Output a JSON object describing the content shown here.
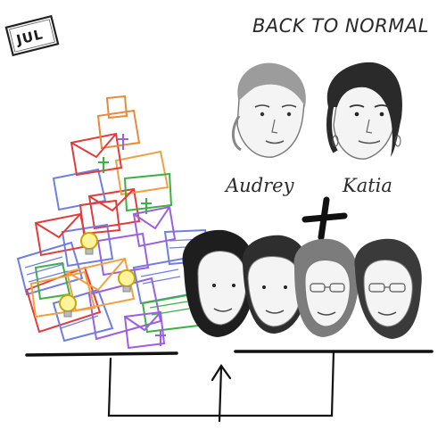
{
  "stamp": {
    "label": "JUL"
  },
  "title": "BACK TO NORMAL",
  "people": {
    "left_name": "Audrey",
    "right_name": "Katia"
  },
  "icons": {
    "plus": "plus-sign-icon",
    "arrow": "up-arrow-icon"
  }
}
